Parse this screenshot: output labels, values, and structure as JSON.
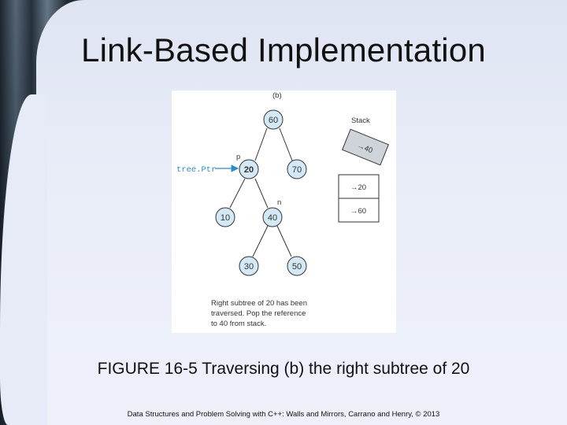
{
  "slide": {
    "title": "Link-Based Implementation",
    "caption": "FIGURE 16-5 Traversing (b) the right subtree of 20",
    "footer": "Data Structures and Problem Solving with C++: Walls and Mirrors, Carrano and Henry, © 2013"
  },
  "diagram": {
    "panel_label": "(b)",
    "pointer_label": "tree.Ptr",
    "p_label": "p",
    "n_label": "n",
    "nodes": [
      "60",
      "20",
      "70",
      "10",
      "40",
      "30",
      "50"
    ],
    "stack": {
      "title": "Stack",
      "popped_entry": "→40",
      "entries": [
        "→20",
        "→60"
      ]
    },
    "note_lines": [
      "Right subtree of 20 has been",
      "traversed. Pop the reference",
      "to 40 from stack."
    ],
    "colors": {
      "node_fill": "#d4e9f6",
      "node_stroke": "#333333",
      "pointer": "#2b8cc9"
    }
  }
}
